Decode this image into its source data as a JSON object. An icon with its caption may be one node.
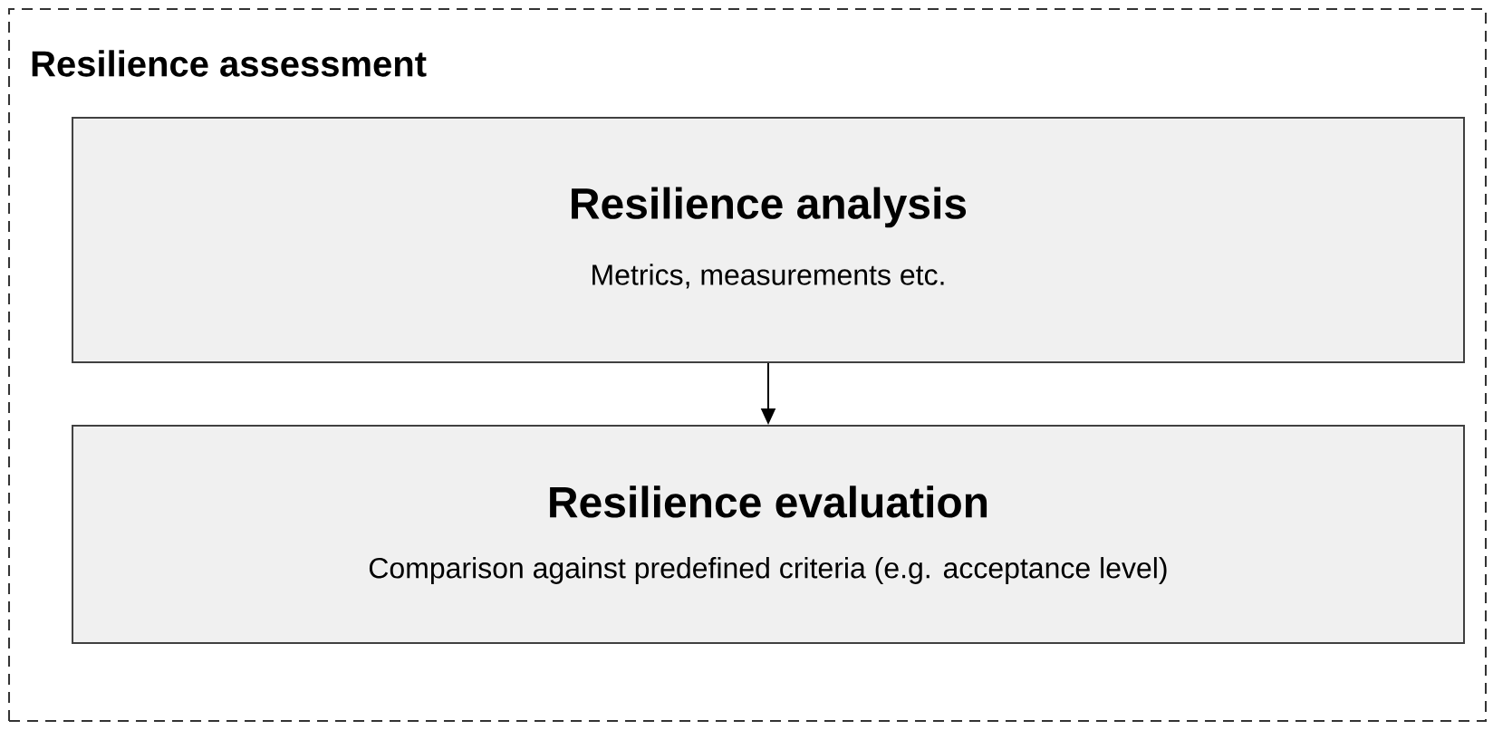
{
  "diagram": {
    "nodes": [
      {
        "text": [
          "Resilience assessment"
        ]
      },
      {
        "text": [
          "Resilience analysis",
          "Metrics, measurements etc."
        ],
        "in": 0
      },
      {
        "text": [
          "Resilience evaluation",
          "Comparison against predefined criteria (e.g. acceptance level)"
        ],
        "in": 0
      }
    ],
    "edges": [
      {
        "from": 1,
        "to": 2,
        "arrow": "to"
      }
    ]
  }
}
